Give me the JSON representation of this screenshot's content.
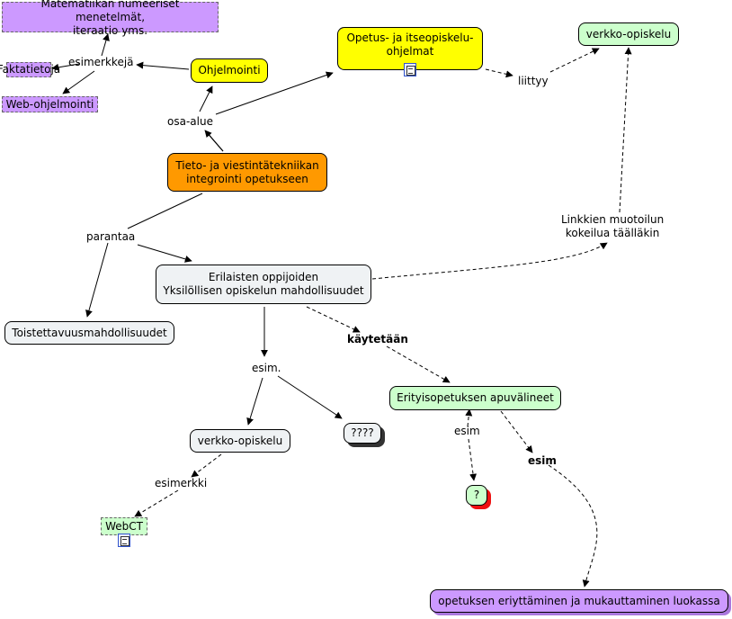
{
  "nodes": {
    "matematiikan": "Matematiikan numeeriset menetelmät,\niteraatio yms.",
    "faktatietoja": "Faktatietoja",
    "web_ohjelmointi": "Web-ohjelmointi",
    "ohjelmointi": "Ohjelmointi",
    "opetus_ohjelmat": "Opetus- ja itseopiskelu-\nohjelmat",
    "verkko_opiskelu_top": "verkko-opiskelu",
    "tieto_viestinta": "Tieto- ja viestintätekniikan\nintegrointi opetukseen",
    "erilaisten": "Erilaisten oppijoiden\nYksilöllisen opiskelun mahdollisuudet",
    "toistettavuus": "Toistettavuusmahdollisuudet",
    "verkko_opiskelu_mid": "verkko-opiskelu",
    "question4": "????",
    "erityisopetuksen": "Erityisopetuksen apuvälineet",
    "question1": "?",
    "webct": "WebCT",
    "opetuksen_eriyttaminen": "opetuksen eriyttäminen ja mukauttaminen luokassa"
  },
  "links": {
    "esimerkkeja": "esimerkkejä",
    "osa_alue": "osa-alue",
    "liittyy": "liittyy",
    "linkkien": "Linkkien muotoilun\nkokeilua täälläkin",
    "parantaa": "parantaa",
    "kaytetaan": "käytetään",
    "esim1": "esim.",
    "esim2": "esim",
    "esim3": "esim",
    "esimerkki": "esimerkki"
  },
  "icons": [
    "document-icon",
    "document-icon"
  ],
  "colors": {
    "yellow": "#ffff00",
    "orange": "#ff9900",
    "gray": "#eff2f4",
    "green": "#ccffcc",
    "purple": "#cc99ff"
  }
}
